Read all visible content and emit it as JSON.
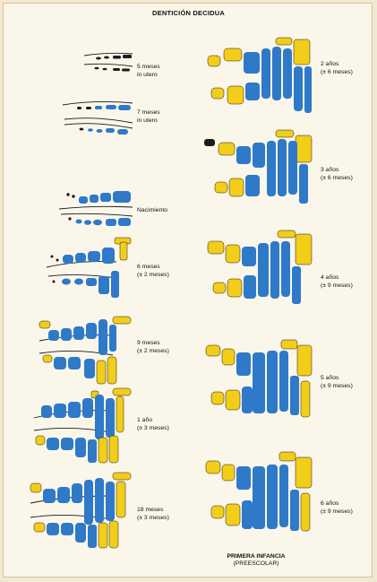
{
  "title": "DENTICIÓN DECIDUA",
  "colors": {
    "blue": "#2f79c9",
    "yellow": "#f2cd1a",
    "outline": "#1c1c1c",
    "paper": "#fbf6ea"
  },
  "stages_left": [
    {
      "label": "5 meses",
      "sub": "in utero"
    },
    {
      "label": "7 meses",
      "sub": "in utero"
    },
    {
      "label": "Nacimiento",
      "sub": ""
    },
    {
      "label": "6 meses",
      "sub": "(± 2 meses)"
    },
    {
      "label": "9 meses",
      "sub": "(± 2 meses)"
    },
    {
      "label": "1 año",
      "sub": "(± 3 meses)"
    },
    {
      "label": "18 meses",
      "sub": "(± 3 meses)"
    }
  ],
  "stages_right": [
    {
      "label": "2 años",
      "sub": "(± 6 meses)"
    },
    {
      "label": "3 años",
      "sub": "(± 6 meses)"
    },
    {
      "label": "4 años",
      "sub": "(± 9 meses)"
    },
    {
      "label": "5 años",
      "sub": "(± 9 meses)"
    },
    {
      "label": "6 años",
      "sub": "(± 9 meses)"
    }
  ],
  "footer": {
    "line1": "PRIMERA INFANCIA",
    "line2": "(PREESCOLAR)"
  }
}
